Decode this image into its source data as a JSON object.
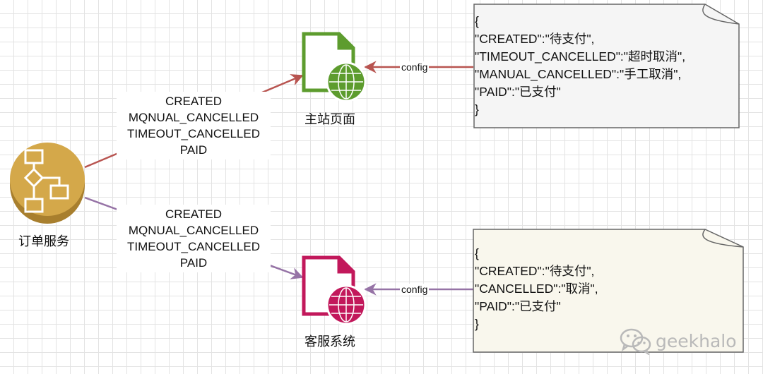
{
  "nodes": {
    "order_service": {
      "label": "订单服务",
      "color": "#d4a84a",
      "icon": "flowchart-icon"
    },
    "main_site": {
      "label": "主站页面",
      "color": "#5d9c2e",
      "icon": "web-page-icon"
    },
    "customer_service": {
      "label": "客服系统",
      "color": "#c2185b",
      "icon": "web-page-icon"
    }
  },
  "edges": {
    "order_to_main": {
      "color": "#b85450",
      "statuses": [
        "CREATED",
        "MQNUAL_CANCELLED",
        "TIMEOUT_CANCELLED",
        "PAID"
      ]
    },
    "order_to_customer": {
      "color": "#9673a6",
      "statuses": [
        "CREATED",
        "MQNUAL_CANCELLED",
        "TIMEOUT_CANCELLED",
        "PAID"
      ]
    },
    "config_to_main": {
      "label": "config",
      "color": "#b85450"
    },
    "config_to_customer": {
      "label": "config",
      "color": "#9673a6"
    }
  },
  "notes": {
    "main_config": {
      "fill": "#f5f5f5",
      "lines": [
        "{",
        "\"CREATED\":\"待支付\",",
        "\"TIMEOUT_CANCELLED\":\"超时取消\",",
        "\"MANUAL_CANCELLED\":\"手工取消\",",
        "\"PAID\":\"已支付\"",
        "}"
      ]
    },
    "customer_config": {
      "fill": "#f9f7ed",
      "lines": [
        "{",
        "\"CREATED\":\"待支付\",",
        "\"CANCELLED\":\"取消\",",
        "\"PAID\":\"已支付\"",
        "}"
      ]
    }
  },
  "watermark": {
    "text": "geekhalo",
    "icon": "wechat-icon"
  }
}
